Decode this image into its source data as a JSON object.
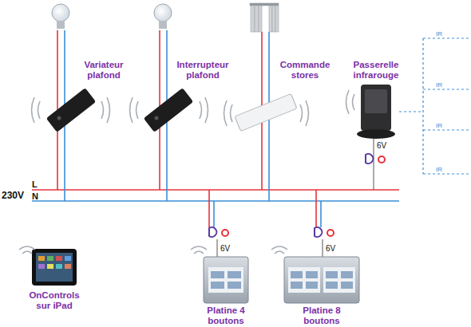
{
  "diagram": {
    "nodes": [
      {
        "text": [
          "Variateur plafond"
        ]
      },
      {
        "text": [
          "Interrupteur plafond"
        ]
      },
      {
        "text": [
          "Commande stores"
        ]
      },
      {
        "text": [
          "Passerelle infrarouge"
        ]
      },
      {
        "text": [
          "Platine 4 boutons"
        ]
      },
      {
        "text": [
          "Platine 8 boutons"
        ]
      },
      {
        "text": [
          "OnControls sur iPad"
        ]
      }
    ],
    "labels": [
      "230V",
      "L",
      "N",
      "6V",
      "6V",
      "6V",
      "IR",
      "IR",
      "IR",
      "IR"
    ]
  }
}
